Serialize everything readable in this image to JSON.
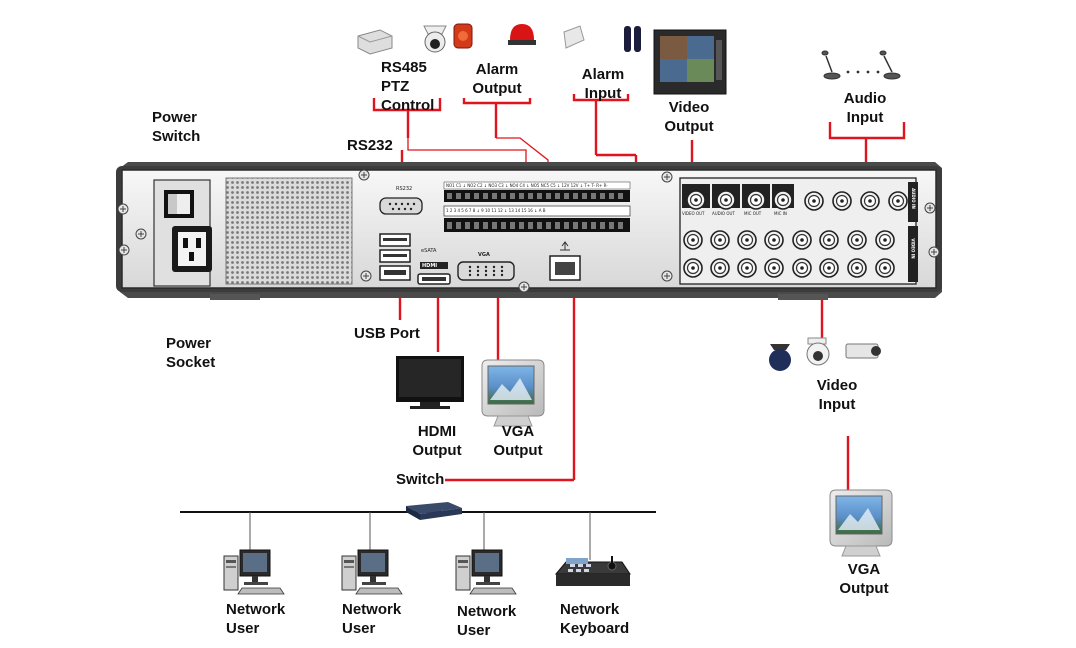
{
  "labels": {
    "power_switch": [
      "Power",
      "Switch"
    ],
    "power_socket": [
      "Power",
      "Socket"
    ],
    "rs232": "RS232",
    "rs485": [
      "RS485",
      "PTZ",
      "Control"
    ],
    "alarm_output": [
      "Alarm",
      "Output"
    ],
    "alarm_input": [
      "Alarm",
      "Input"
    ],
    "video_output": [
      "Video",
      "Output"
    ],
    "audio_input": [
      "Audio",
      "Input"
    ],
    "usb_port": "USB Port",
    "hdmi_output": [
      "HDMI",
      "Output"
    ],
    "vga_output": [
      "VGA",
      "Output"
    ],
    "switch": "Switch",
    "video_input": [
      "Video",
      "Input"
    ],
    "vga_output_right": [
      "VGA",
      "Output"
    ],
    "network_users": [
      [
        "Network",
        "User"
      ],
      [
        "Network",
        "User"
      ],
      [
        "Network",
        "User"
      ]
    ],
    "network_keyboard": [
      "Network",
      "Keyboard"
    ]
  },
  "panel_text": {
    "rs232": "RS232",
    "vga": "VGA",
    "esata": "eSATA",
    "hdmi": "HDMI",
    "video_out": "VIDEO OUT",
    "audio_out": "AUDIO OUT",
    "mic_out": "MIC OUT",
    "mic_in": "MIC IN",
    "audio_in_side": "AUDIO IN",
    "video_in_side": "VIDEO IN",
    "terminal_top": "NO1 C1  ↓ NO2 C2  ↓ NO3 C3  ↓ NO4 C4  ↓  NO5 NC5 C5  ↓  12V 12V  ↓  T+ T- R+ R-",
    "terminal_bottom": "1  2  3  4  5  6  7  8  ↓  9  10  11  12  ↓  13  14  15  16  ↓  A  B"
  },
  "colors": {
    "wire": "#e0141e",
    "panel": "#3a3a3a",
    "panel_face": "#ececec",
    "network_line": "#111111"
  }
}
